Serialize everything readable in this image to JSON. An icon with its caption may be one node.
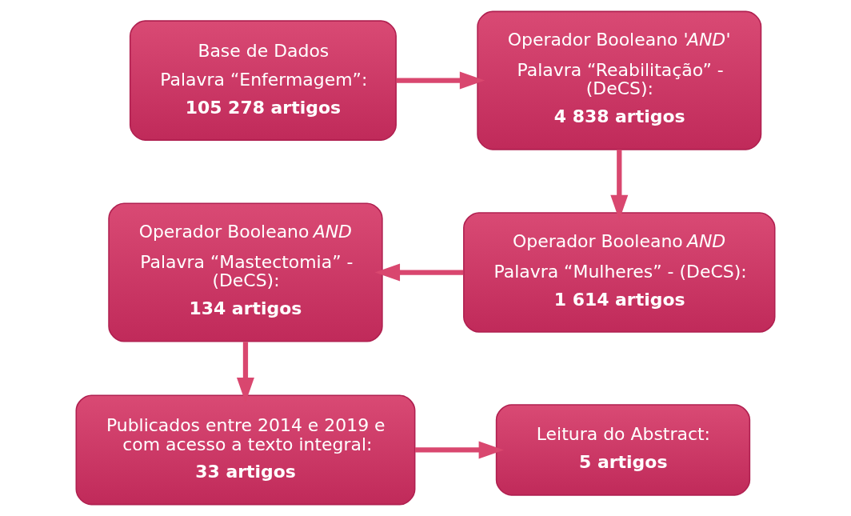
{
  "diagram": {
    "nodes": [
      {
        "text": [
          "Base de Dados",
          "Palavra “Enfermagem”:",
          "105 278 artigos"
        ]
      },
      {
        "text": [
          "Operador Booleano '*AND*'",
          "Palavra “Reabilitação” - (DeCS):",
          "4 838 artigos"
        ]
      },
      {
        "text": [
          "Operador Booleano *AND*",
          "Palavra “Mulheres” - (DeCS):",
          "1 614 artigos"
        ]
      },
      {
        "text": [
          "Operador Booleano *AND*",
          "Palavra “Mastectomia” - (DeCS):",
          "134 artigos"
        ]
      },
      {
        "text": [
          "Publicados entre 2014 e 2019 e com acesso a texto integral:",
          "33 artigos"
        ]
      },
      {
        "text": [
          "Leitura do Abstract:",
          "5 artigos"
        ]
      }
    ],
    "edges": [
      {
        "from": 0,
        "to": 1,
        "arrow": "to"
      },
      {
        "from": 1,
        "to": 2,
        "arrow": "to"
      },
      {
        "from": 2,
        "to": 3,
        "arrow": "to"
      },
      {
        "from": 3,
        "to": 4,
        "arrow": "to"
      },
      {
        "from": 4,
        "to": 5,
        "arrow": "to"
      }
    ]
  }
}
